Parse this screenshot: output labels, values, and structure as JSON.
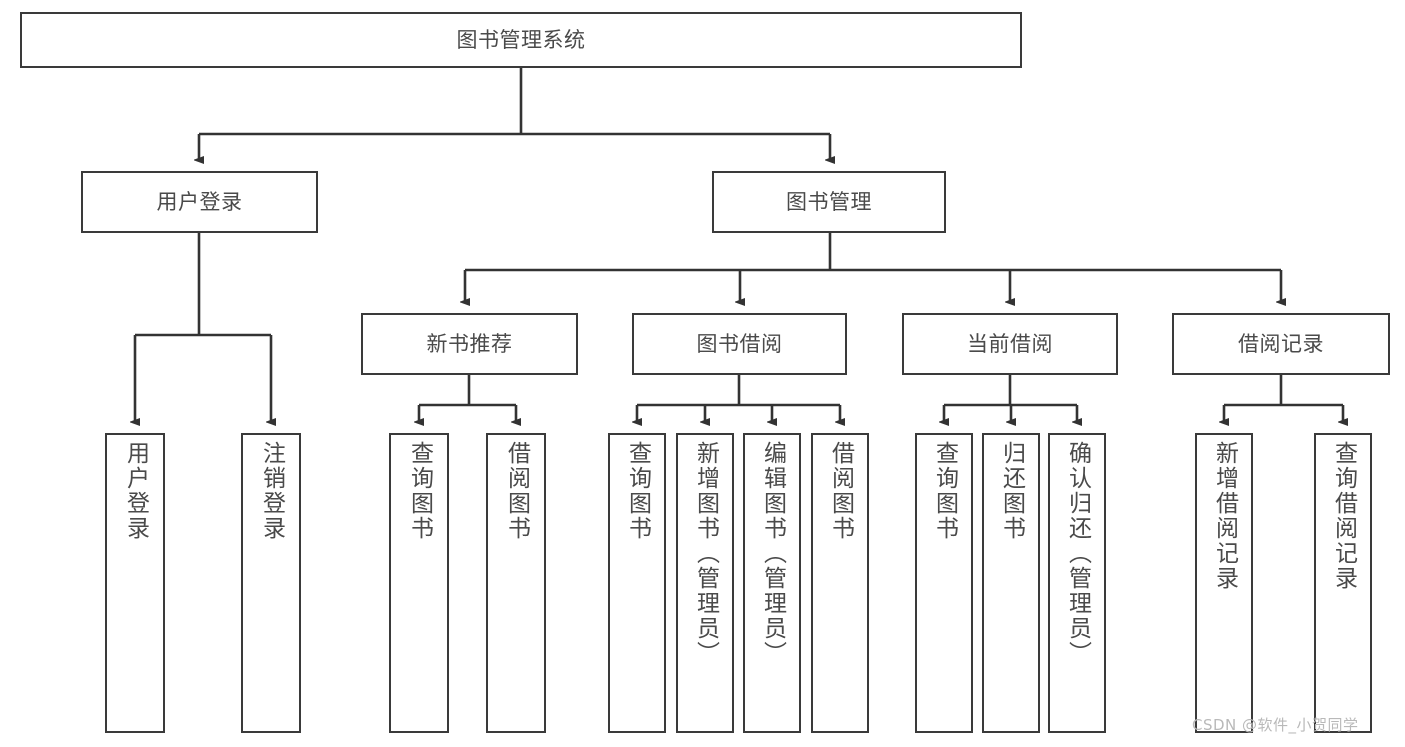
{
  "diagram": {
    "title": "图书管理系统",
    "watermark": "CSDN @软件_小贺同学",
    "colors": {
      "border": "#3a3a3a",
      "text": "#4a4a4a",
      "background": "#ffffff",
      "watermark": "#b9b9b9"
    },
    "levels": {
      "root": {
        "label": "图书管理系统"
      },
      "tier1": [
        {
          "label": "用户登录"
        },
        {
          "label": "图书管理"
        }
      ],
      "tier2": [
        {
          "label": "新书推荐"
        },
        {
          "label": "图书借阅"
        },
        {
          "label": "当前借阅"
        },
        {
          "label": "借阅记录"
        }
      ],
      "leaves": {
        "user_login": [
          {
            "label": "用户登录"
          },
          {
            "label": "注销登录"
          }
        ],
        "new_book_recommend": [
          {
            "label": "查询图书"
          },
          {
            "label": "借阅图书"
          }
        ],
        "book_borrow": [
          {
            "label": "查询图书"
          },
          {
            "label": "新增图书（管理员）"
          },
          {
            "label": "编辑图书（管理员）"
          },
          {
            "label": "借阅图书"
          }
        ],
        "current_borrow": [
          {
            "label": "查询图书"
          },
          {
            "label": "归还图书"
          },
          {
            "label": "确认归还（管理员）"
          }
        ],
        "borrow_record": [
          {
            "label": "新增借阅记录"
          },
          {
            "label": "查询借阅记录"
          }
        ]
      }
    }
  }
}
